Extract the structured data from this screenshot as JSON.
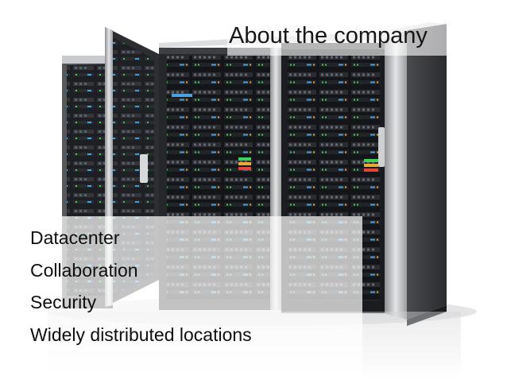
{
  "slide": {
    "title": "About the company",
    "bullets": [
      "Datacenter",
      "Collaboration",
      "Security",
      "Widely distributed locations"
    ]
  },
  "image": {
    "subject": "server-racks-photo",
    "colors": {
      "background": "#ffffff",
      "rack_frame": "#3a3b3e",
      "rack_interior": "#141518",
      "led_green": "#3fcf5a",
      "led_blue": "#4aa3e0",
      "led_amber": "#e6a93a"
    }
  }
}
